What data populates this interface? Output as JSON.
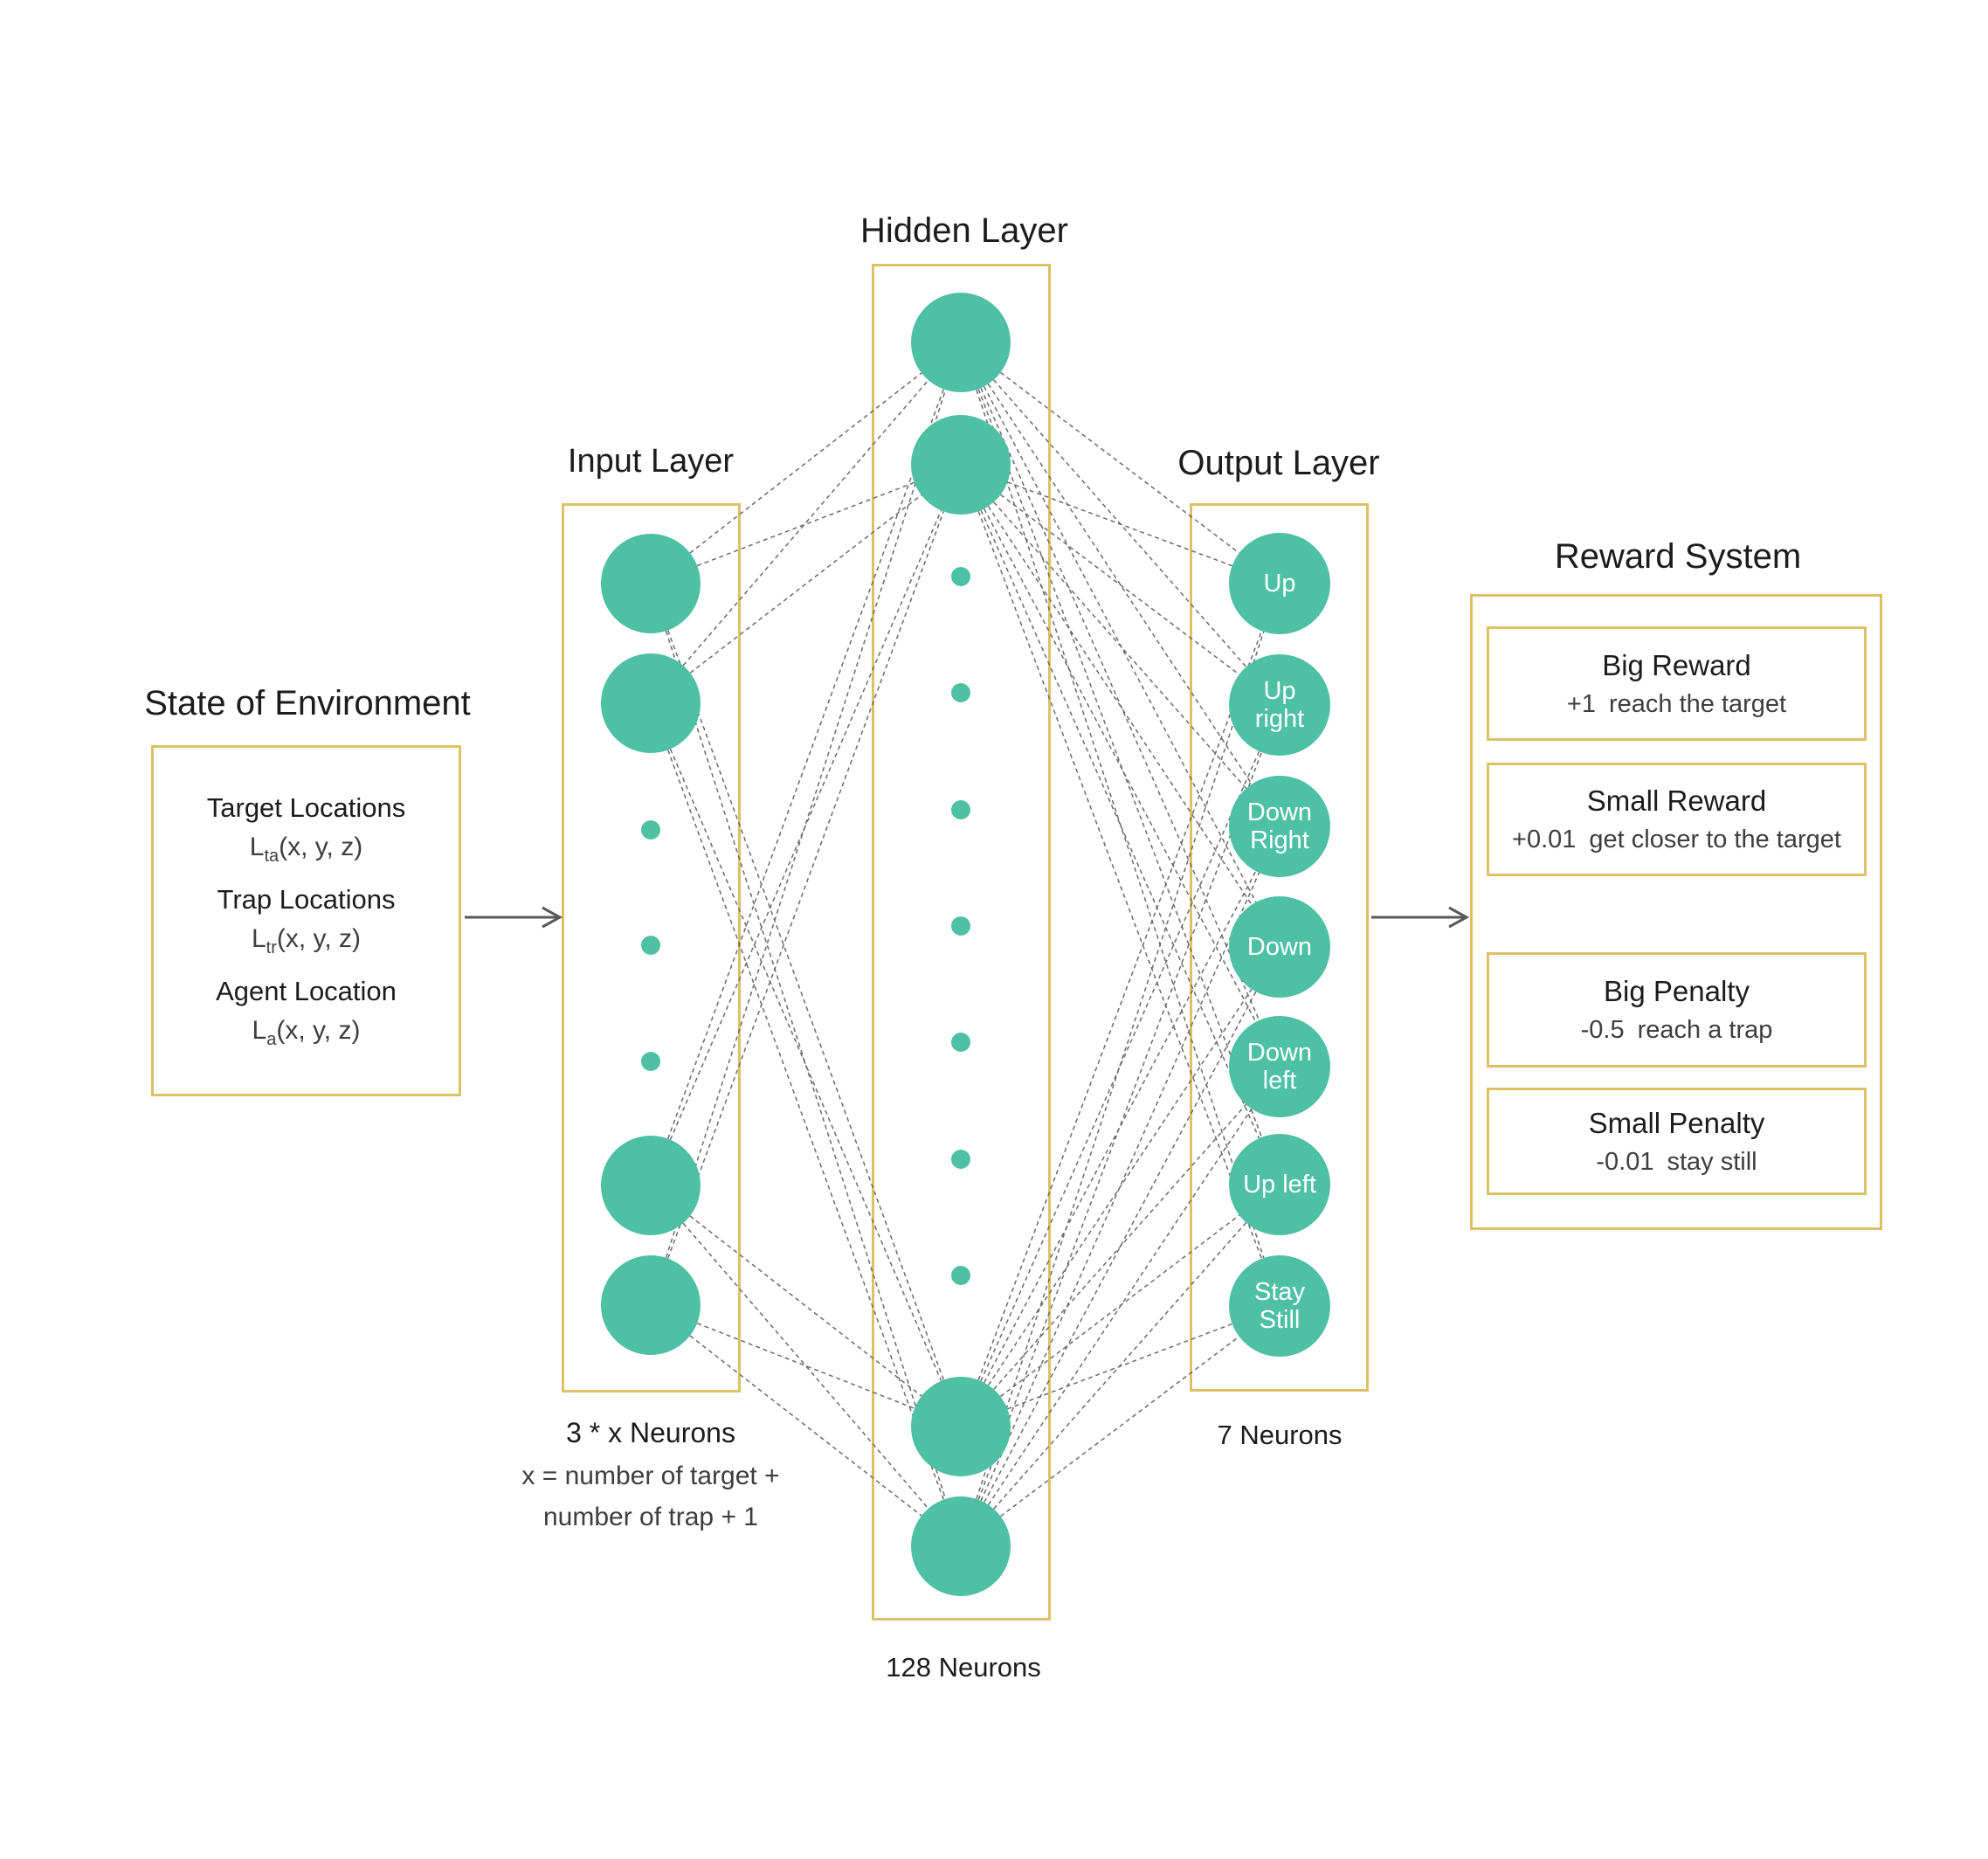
{
  "diagram": {
    "state_panel": {
      "title": "State of Environment",
      "items": [
        {
          "label": "Target Locations",
          "formula_base": "L",
          "formula_sub": "ta",
          "formula_args": "(x, y, z)"
        },
        {
          "label": "Trap Locations",
          "formula_base": "L",
          "formula_sub": "tr",
          "formula_args": "(x, y, z)"
        },
        {
          "label": "Agent Location",
          "formula_base": "L",
          "formula_sub": "a",
          "formula_args": "(x, y, z)"
        }
      ]
    },
    "input_layer": {
      "title": "Input Layer",
      "note_line1": "3 * x Neurons",
      "note_line2": "x  = number of target +",
      "note_line3": "number of trap + 1",
      "visible_neurons": 4,
      "ellipsis_dots": 3
    },
    "hidden_layer": {
      "title": "Hidden Layer",
      "note": "128 Neurons",
      "visible_neurons": 4,
      "ellipsis_dots": 7
    },
    "output_layer": {
      "title": "Output Layer",
      "note": "7 Neurons",
      "nodes": [
        "Up",
        "Up right",
        "Down Right",
        "Down",
        "Down left",
        "Up left",
        "Stay Still"
      ]
    },
    "reward_panel": {
      "title": "Reward System",
      "items": [
        {
          "heading": "Big Reward",
          "value": "+1",
          "desc": "reach the target"
        },
        {
          "heading": "Small Reward",
          "value": "+0.01",
          "desc": "get closer to the target"
        },
        {
          "heading": "Big Penalty",
          "value": "-0.5",
          "desc": "reach a trap"
        },
        {
          "heading": "Small Penalty",
          "value": "-0.01",
          "desc": "stay still"
        }
      ]
    },
    "colors": {
      "neuron_fill": "#4ec0a4",
      "box_border": "#dcc165",
      "connector": "#6b6b6b",
      "arrow": "#595959"
    }
  }
}
